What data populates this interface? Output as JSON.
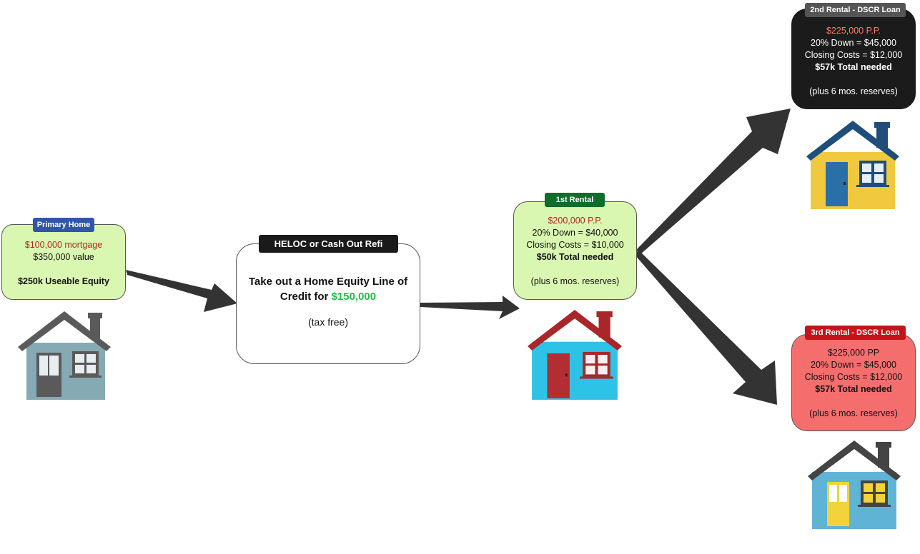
{
  "primary": {
    "tag": "Primary Home",
    "mortgage": "$100,000 mortgage",
    "value": "$350,000 value",
    "equity": "$250k Useable Equity"
  },
  "heloc": {
    "tag": "HELOC or Cash Out Refi",
    "line1": "Take out a Home Equity Line of",
    "line2_prefix": "Credit for ",
    "amount": "$150,000",
    "note": "(tax free)"
  },
  "rental1": {
    "tag": "1st Rental",
    "price": "$200,000 P.P.",
    "down": "20% Down = $40,000",
    "closing": "Closing Costs = $10,000",
    "total": "$50k Total needed",
    "reserves": "(plus 6 mos. reserves)"
  },
  "rental2": {
    "tag": "2nd Rental - DSCR Loan",
    "price": "$225,000 P.P.",
    "down": "20% Down = $45,000",
    "closing": "Closing Costs = $12,000",
    "total": "$57k Total needed",
    "reserves": "(plus 6 mos. reserves)"
  },
  "rental3": {
    "tag": "3rd Rental - DSCR Loan",
    "price": "$225,000 PP",
    "down": "20% Down = $45,000",
    "closing": "Closing Costs = $12,000",
    "total": "$57k Total needed",
    "reserves": "(plus 6 mos. reserves)"
  },
  "colors": {
    "green_box": "#d9f7b0",
    "dark_box": "#1b1b1b",
    "red_box": "#f46e6e",
    "arrow": "#333333",
    "amount_green": "#1fbf4a"
  },
  "icons": [
    "house-icon",
    "arrow-icon"
  ]
}
